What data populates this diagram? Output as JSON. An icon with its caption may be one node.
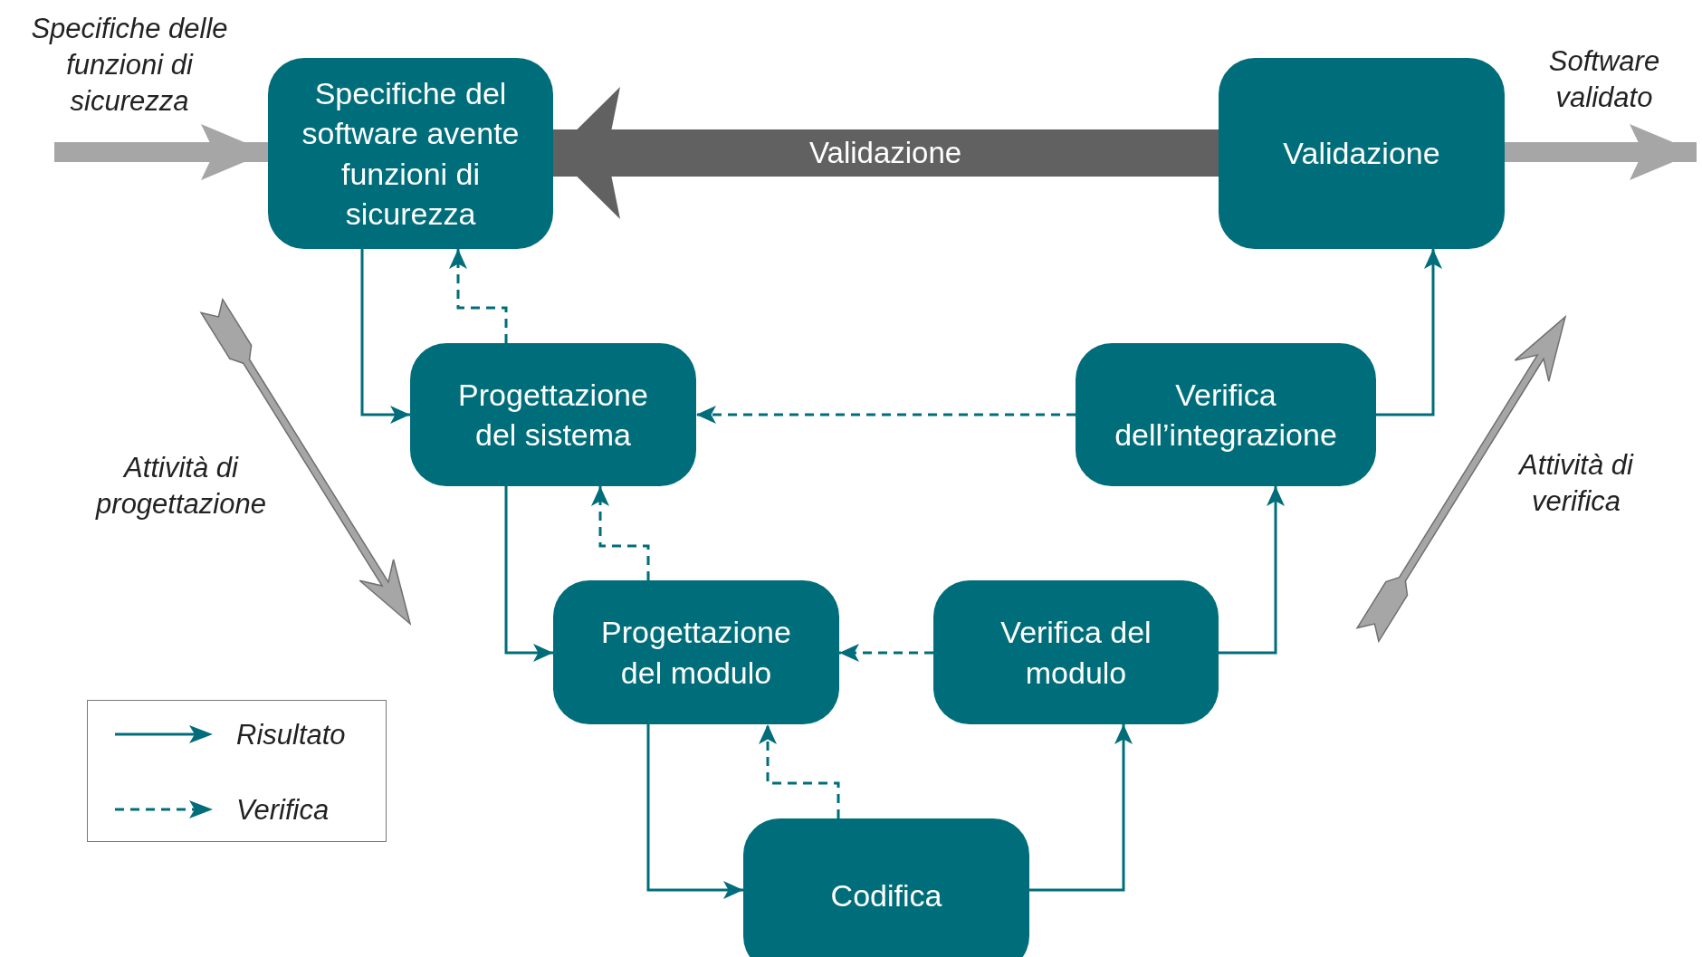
{
  "diagram": {
    "nodes": [
      {
        "text": [
          "Specifiche del software avente funzioni di sicurezza"
        ]
      },
      {
        "text": [
          "Validazione"
        ]
      },
      {
        "text": [
          "Progettazione del sistema"
        ]
      },
      {
        "text": [
          "Verifica dell’integrazione"
        ]
      },
      {
        "text": [
          "Progettazione del modulo"
        ]
      },
      {
        "text": [
          "Verifica del modulo"
        ]
      },
      {
        "text": [
          "Codifica"
        ]
      }
    ],
    "edges": [
      {
        "from": null,
        "to": 0,
        "arrow": "to",
        "style": "thick",
        "color": "#a6a6a6"
      },
      {
        "from": 1,
        "to": null,
        "arrow": "to",
        "style": "thick",
        "color": "#a6a6a6"
      },
      {
        "from": 1,
        "to": 0,
        "arrow": "to",
        "label": "Validazione",
        "style": "thick",
        "color": "#616161"
      },
      {
        "from": 0,
        "to": 2,
        "arrow": "to"
      },
      {
        "from": 2,
        "to": 0,
        "arrow": "to",
        "style": "dashed"
      },
      {
        "from": 2,
        "to": 4,
        "arrow": "to"
      },
      {
        "from": 4,
        "to": 2,
        "arrow": "to",
        "style": "dashed"
      },
      {
        "from": 4,
        "to": 6,
        "arrow": "to"
      },
      {
        "from": 6,
        "to": 4,
        "arrow": "to",
        "style": "dashed"
      },
      {
        "from": 6,
        "to": 5,
        "arrow": "to"
      },
      {
        "from": 5,
        "to": 4,
        "arrow": "to",
        "style": "dashed"
      },
      {
        "from": 5,
        "to": 3,
        "arrow": "to"
      },
      {
        "from": 3,
        "to": 2,
        "arrow": "to",
        "style": "dashed"
      },
      {
        "from": 3,
        "to": 1,
        "arrow": "to"
      }
    ],
    "labels": [
      "Specifiche delle funzioni di sicurezza",
      "Software validato",
      "Attività di progettazione",
      "Attività di verifica"
    ],
    "legend": [
      {
        "text": "Risultato"
      },
      {
        "text": "Verifica"
      }
    ]
  }
}
